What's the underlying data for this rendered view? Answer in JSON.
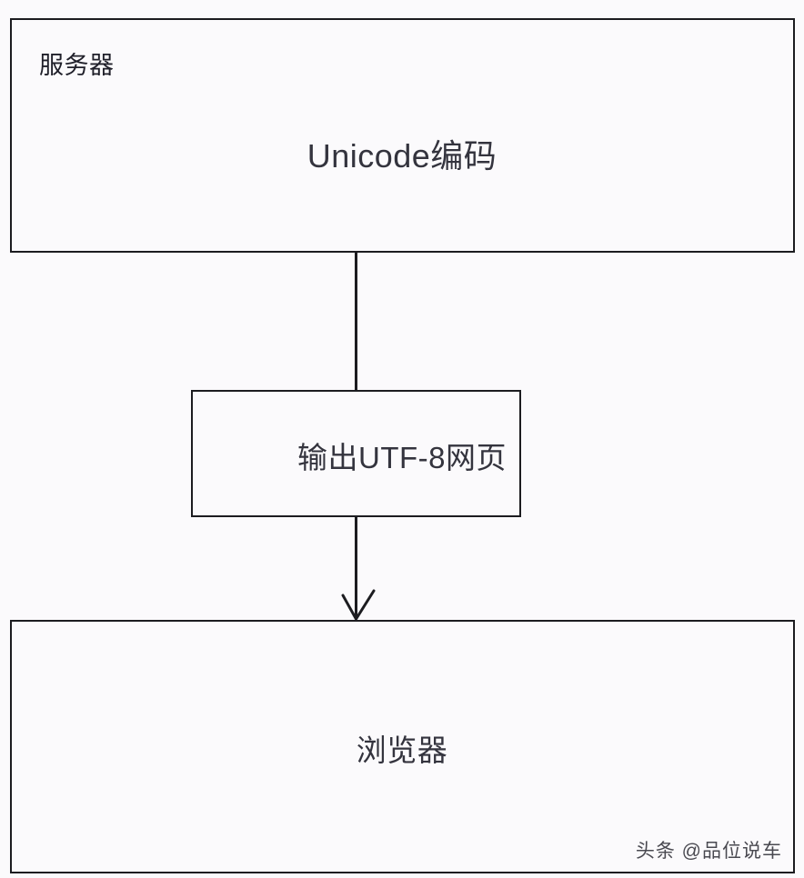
{
  "diagram": {
    "type": "flowchart",
    "direction": "top-to-bottom",
    "background_color": "#fbfafc",
    "stroke_color": "#1c1c20",
    "nodes": [
      {
        "id": "server",
        "corner_label": "服务器",
        "center_label": "Unicode编码"
      },
      {
        "id": "output",
        "center_label": "输出UTF-8网页"
      },
      {
        "id": "browser",
        "center_label": "浏览器"
      }
    ],
    "connectors": [
      {
        "id": "server-to-output",
        "from": "server",
        "to": "output",
        "arrowhead": "none"
      },
      {
        "id": "output-to-browser",
        "from": "output",
        "to": "browser",
        "arrowhead": "open-v-down"
      }
    ]
  },
  "watermark": {
    "text": "头条 @品位说车"
  }
}
